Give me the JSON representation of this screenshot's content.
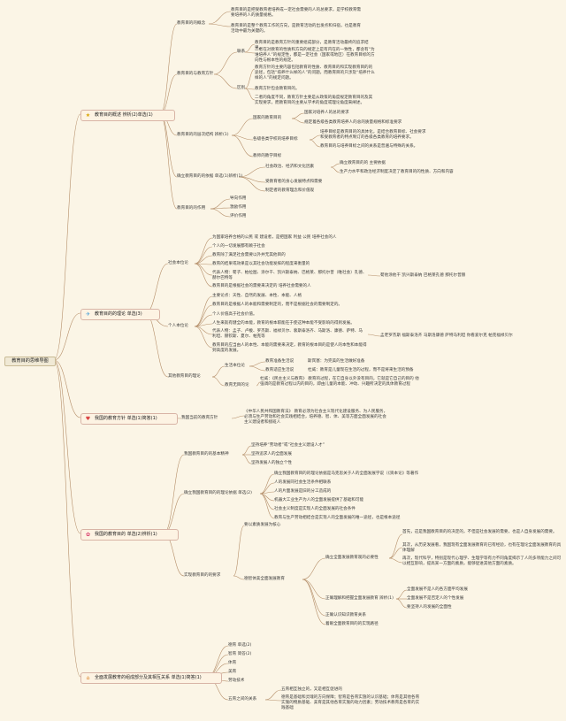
{
  "root": "教育目的思维导图",
  "branches": [
    {
      "label": "教育目的概述 辨析(2)单选(1)",
      "icon": "star-icon"
    },
    {
      "label": "教育目的的理论 单选(3)",
      "icon": "plane-icon"
    },
    {
      "label": "我国的教育方针 单选(1)简答(1)",
      "icon": "heart-icon"
    },
    {
      "label": "我国的教育目的 单选(2)辨析(1)",
      "icon": "flower-icon"
    },
    {
      "label": "全面发展教育的组成部分及其相互关系 单选(1)简答(1)",
      "icon": "house-icon"
    }
  ],
  "b1": {
    "concept": "教育目的的概念",
    "concept_d1": "教育目的是把受教育者培养成一定社会需要的人的总要求，是学校教育需要培养的人的质量规格。",
    "concept_d2": "教育目的是整个教育工作的方向，是教育活动的出发点和归宿，也是教育活动中最为关键的。",
    "policy": "教育目的与教育方针",
    "link": "联系",
    "link_d1": "教育目的是教育方针的重要组成部分，是教育活动最终的追求结果。",
    "link_d2": "二者在对教育的性质和方向的规定上是有内在的一致性，都含有“为谁培养人”的规定性，都是一定社会（国家或地区）在教育目标的方向性与根本性的规定。",
    "diff": "区别",
    "diff_d1": "教育方针的主要内容包括教育的性质、教育目的和实现教育目的的途径，包括“培养什么样的人”的问题，而教育目的只涉及“培养什么样的人”的规定问题。",
    "diff_d2": "教育方针包含教育目的。",
    "diff_d3": "二者的角度不同，教育方针主要是从政策的角度规定教育目的及其实现要求，而教育目的主要从学术的角度或理论角度来阐述。",
    "levels": "教育目的的层次结构 辨析(1)",
    "lv1": "国家的教育目的",
    "lv1_d1": "国家对培养人的总的要求",
    "lv1_d2": "规定着各级各类教育培养人的总的质量规格和标准要求",
    "lv2": "各级各类学校的培养目标",
    "lv2_d1": "培养目标是教育目的的具体化，是结合教育目标、社会要求和受教育者的特点制订的各级各类教育的培养要求。",
    "lv2_d2": "教育目的与培养目标之间的关系是普遍与特殊的关系。",
    "lv3": "教师的教学目标",
    "basis": "确立教育目的的依据 单选(1)辨析(1)",
    "basis_1": "社会政治、经济和文化因素",
    "basis_1a": "确立教育目的的 主要依据",
    "basis_1b": "生产力水平和政治经济制度决定了教育目的的性质、方向和内容",
    "basis_2": "受教育者的身心发展特点和需要",
    "basis_3": "制定者的教育理念和价值观",
    "func": "教育目的的作用",
    "func_1": "导向作用",
    "func_2": "激励作用",
    "func_3": "评价作用"
  },
  "b2": {
    "social": "社会本位论",
    "s1": "为国家培养合格的公民 或 建设者，是把国家 利益 公民 培养社会的人",
    "s2": "个人的一切发展都有赖于社会",
    "s3": "教育除了满足社会需要以外并无其他目的",
    "s4": "教育的结果或效果是以其社会功能发挥的程度来衡量的",
    "s5": "代表人物：荀子、柏拉图、涂尔干、凯兴斯泰纳、巴格莱、那托尔普（唯社会）孔德、赫尔巴特等",
    "s5_note": "荀他涂他干 凯兴斯泰纳 巴格莱孔德 那托尔普赫",
    "s6": "教育目的是根据社会的需要来决定的 培养社会需要的人",
    "indiv": "个人本位论",
    "i1": "主要论点：天性、自然的发展、本性、本能、人格",
    "i2": "教育目的是根据人的本能和需要制定的，而不是根据社会的需要制定的。",
    "i3": "个人价值高于社会价值。",
    "i4": "人生来就有健全的本能，教育的根本职能在于使这种本能不受影响的得到发展。",
    "i5": "代表人物：孟子、卢梭、罗杰斯、福禄贝尔、裴斯泰洛齐、马斯洛、康德、萨特、马利坦、赫钦斯、夏尔、帕克等",
    "i5_note": "孟老罗杰斯 福斯泰洛齐 马斯洛康德 萨特马利坦 你看爱尔克 帕克福禄贝尔",
    "i6": "教育目的应当由人的本性、本能的需要来决定，教育的根本目的是使人的本性和本能得到高度的发展。",
    "other": "其他教育目的理论",
    "life": "生活本位论",
    "life_1": "教育准备生活说",
    "life_1d": "斯宾塞：为完美的生活做好准备",
    "life_2": "教育适应生活说",
    "life_2d": "杜威：教育是儿童现在生活的过程，而不是将来生活的预备",
    "nonaim": "教育无目的论",
    "nonaim_d": "杜威：《民主主义与教育》 教育的过程，在它自身以外没有目的，它就是它自己的目的 他强调的是教育过程以内的目的，即由儿童的本能、冲动、兴趣所决定的具体教育过程"
  },
  "b3": {
    "policy": "我国当前的教育方针",
    "policy_d": "《中华人民共和国教育法》 教育必须为社会主义现代化建设服务、为人民服务，必须与生产劳动和社会实践相结合，培养德、智、体、美等方面全面发展的社会主义建设者和接班人"
  },
  "b4": {
    "spirit": "我国教育目的的基本精神",
    "sp1": "坚持培养“劳动者”或“社会主义建设人才”",
    "sp2": "坚持追求人的全面发展",
    "sp3": "坚持发展人的独立个性",
    "basis": "确立我国教育目的的理论依据 单选(2)",
    "bs1": "确立我国教育目的的理论依据是马克思关于人的全面发展学说（《资本论》等著作",
    "bs2": "人的发展同社会生活条件相联系",
    "bs3": "人的片面发展是旧的分工造成的",
    "bs4": "机器大工业生产为人的全面发展提供了基础和可能",
    "bs5": "社会主义制度是实现人的全面发展的社会条件",
    "bs6": "教育与生产劳动相结合是实现人的全面发展的唯一途径，也是根本途径",
    "impl": "实现教育目的的要求",
    "im1": "要以素质发展为核心",
    "im2": "德智体美全面发展教育",
    "im2a": "确立全面发展教育观的必要性",
    "im2a1": "首先，这是我国教育目的的决定的，不但是社会发展的需要，也是人自身发展的需要。",
    "im2a2": "其次，从历史发展看，我国现有全面发展教育的已有经验，也有在理论全面发展教育的具体理解",
    "im2a3": "再次，现代科学，特别是现代心理学、生理学等有力不同角度揭示了人的多项能力之间可以相互影响，提高某一方面的素质，能够促进其他方面的素质。",
    "im2b": "正确理解和把握全面发展教育 辨析(1)",
    "im2b1": "全面发展不是人的各方面平均发展",
    "im2b2": "全面发展不是否定人的个性发展",
    "im2b3": "要坚持人的发展的全面性",
    "im2c": "正确认识知识教育关系",
    "im2d": "着眼全面教育目的的实现路径"
  },
  "b5": {
    "comp": [
      "德育 单选(2)",
      "智育 简答(2)",
      "体育",
      "美育",
      "劳动技术"
    ],
    "rel": "五育之间的关系",
    "rel_1": "五育相互独立的，又是相互促进的",
    "rel_2": "德育是基础和灵魂的方向保障；智育是各育实施的认识基础；体育是其他各育实施的物质基础、美育是其他各育实施的动力因素；劳动技术教育是各育的实践基础"
  }
}
